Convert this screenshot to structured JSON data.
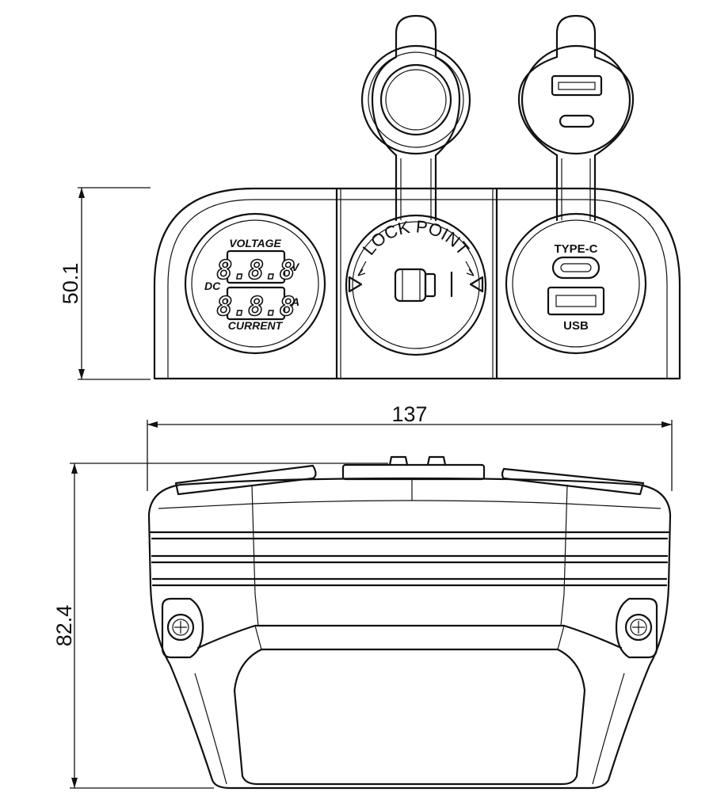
{
  "dimensions": {
    "front_height": "50.1",
    "width": "137",
    "depth": "82.4"
  },
  "voltmeter": {
    "top_label": "VOLTAGE",
    "bottom_label": "CURRENT",
    "left_label": "DC",
    "volt_unit": "V",
    "amp_unit": "A",
    "display_top": "8.8.8",
    "display_bottom": "8.8.8"
  },
  "lock_point": {
    "label": "LOCK POINT"
  },
  "usb_socket": {
    "type_c_label": "TYPE-C",
    "usb_label": "USB"
  }
}
